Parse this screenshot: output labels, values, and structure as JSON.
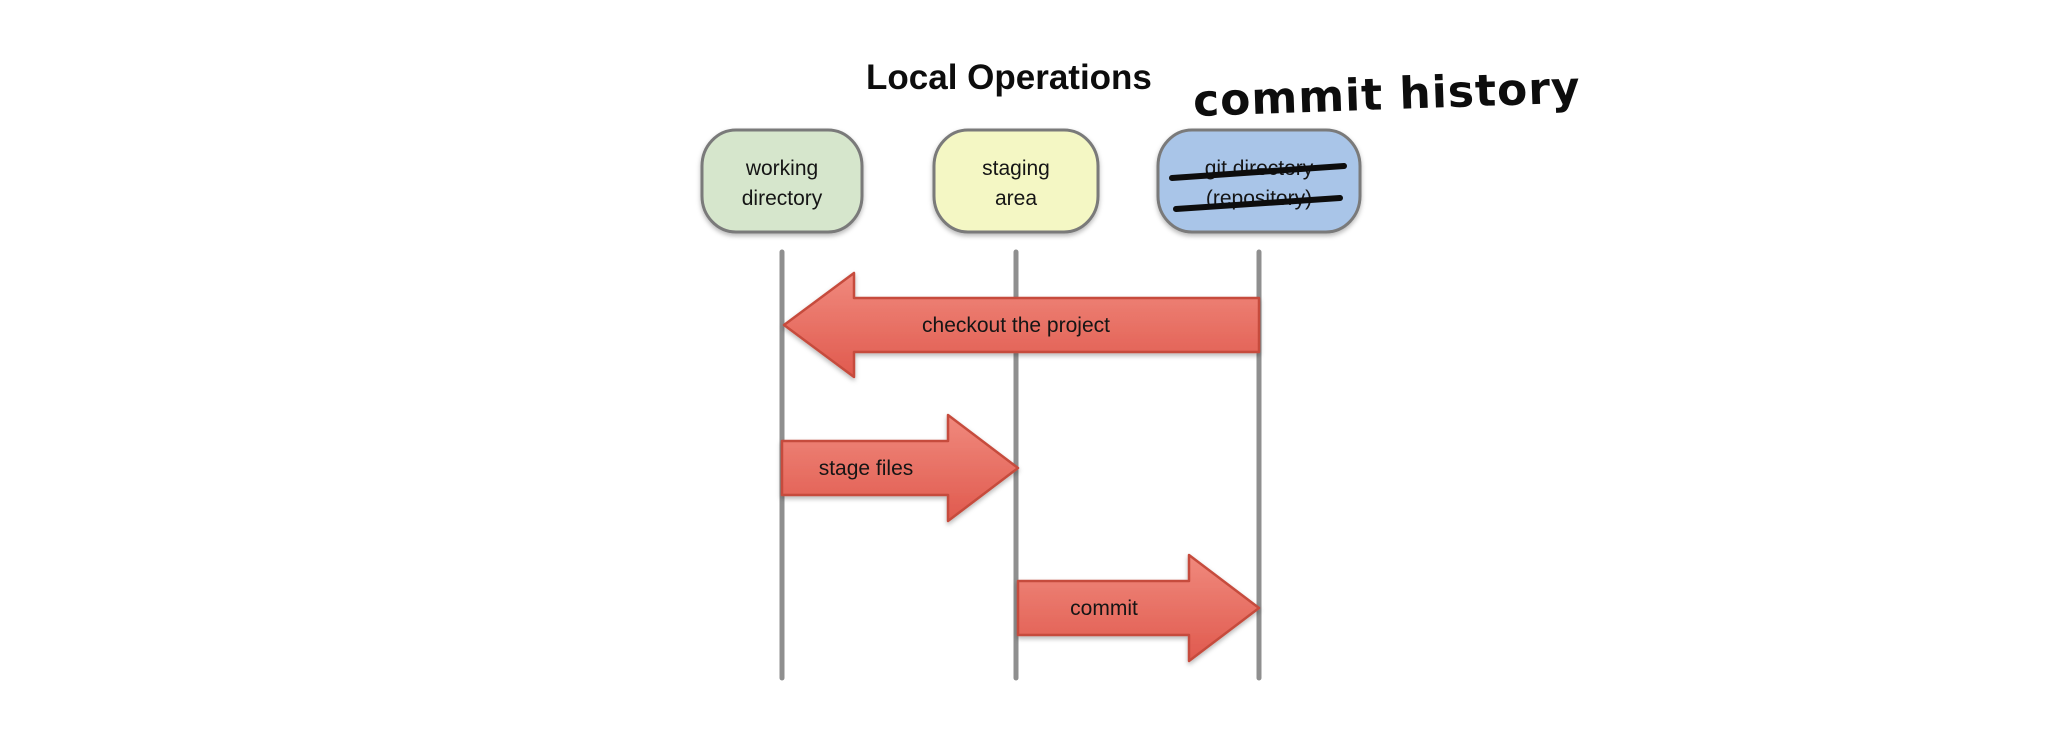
{
  "title": "Local Operations",
  "annotation": {
    "text": "commit history"
  },
  "nodes": [
    {
      "id": "working-directory",
      "line1": "working",
      "line2": "directory",
      "fill": "#d6e6cc",
      "strikethrough": false
    },
    {
      "id": "staging-area",
      "line1": "staging",
      "line2": "area",
      "fill": "#f4f7c4",
      "strikethrough": false
    },
    {
      "id": "git-directory",
      "line1": "git directory",
      "line2": "(repository)",
      "fill": "#a9c5e8",
      "strikethrough": true
    }
  ],
  "arrows": [
    {
      "label": "checkout the project",
      "from": "git-directory",
      "to": "working-directory",
      "direction": "left"
    },
    {
      "label": "stage files",
      "from": "working-directory",
      "to": "staging-area",
      "direction": "right"
    },
    {
      "label": "commit",
      "from": "staging-area",
      "to": "git-directory",
      "direction": "right"
    }
  ],
  "colors": {
    "background": "#ffffff",
    "node_border": "#7a7a7a",
    "lifeline": "#8f8f8f",
    "arrow_fill_top": "#f0897d",
    "arrow_fill_bottom": "#e05a4e",
    "arrow_border": "#c64b3c",
    "ink": "#0d0d0d",
    "text": "#151515"
  }
}
